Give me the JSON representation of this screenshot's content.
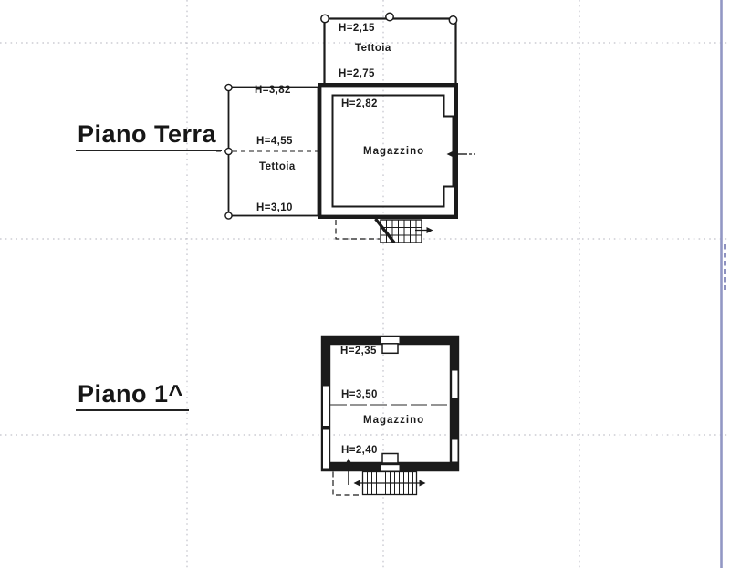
{
  "titles": {
    "ground_floor": "Piano Terra",
    "first_floor": "Piano 1^"
  },
  "ground_floor": {
    "front_canopy": {
      "height_top": "H=2,15",
      "label": "Tettoia",
      "height_bottom": "H=2,75"
    },
    "side_canopy": {
      "height_top": "H=3,82",
      "height_mid": "H=4,55",
      "label": "Tettoia",
      "height_bottom": "H=3,10"
    },
    "storage_room": {
      "height": "H=2,82",
      "label": "Magazzino"
    }
  },
  "first_floor": {
    "storage_room": {
      "height_front": "H=2,35",
      "height_ridge": "H=3,50",
      "label": "Magazzino",
      "height_back": "H=2,40"
    }
  },
  "colors": {
    "ink": "#1b1b1b",
    "grid_line": "#c2c2ca",
    "sheet_border": "#9297c4"
  }
}
